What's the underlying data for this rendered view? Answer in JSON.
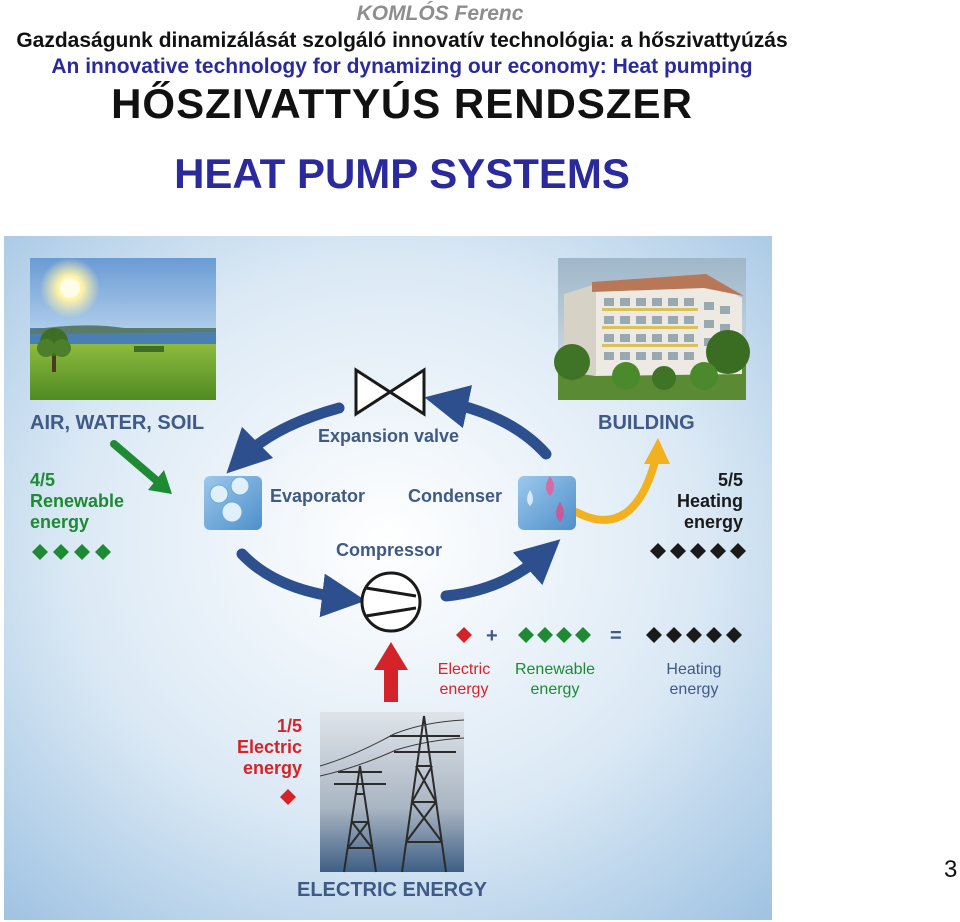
{
  "header": {
    "author": "KOMLÓS Ferenc",
    "title_hu": "Gazdaságunk dinamizálását szolgáló innovatív technológia: a hőszivattyúzás",
    "title_en": "An innovative technology for dynamizing our economy: Heat pumping",
    "heading_hu": "HŐSZIVATTYÚS RENDSZER",
    "heading_en": "HEAT PUMP SYSTEMS"
  },
  "diagram": {
    "source_label": "AIR, WATER, SOIL",
    "building_label": "BUILDING",
    "expansion_valve_label": "Expansion valve",
    "evaporator_label": "Evaporator",
    "condenser_label": "Condenser",
    "compressor_label": "Compressor",
    "renewable": {
      "fraction": "4/5",
      "line1": "Renewable",
      "line2": "energy",
      "diamonds": 4
    },
    "heating": {
      "fraction": "5/5",
      "line1": "Heating",
      "line2": "energy",
      "diamonds": 5
    },
    "electric": {
      "fraction": "1/5",
      "line1": "Electric",
      "line2": "energy",
      "diamonds": 1
    },
    "equation": {
      "plus": "+",
      "equals": "=",
      "electric_line1": "Electric",
      "electric_line2": "energy",
      "renewable_line1": "Renewable",
      "renewable_line2": "energy",
      "heating_line1": "Heating",
      "heating_line2": "energy"
    },
    "electric_energy_label": "ELECTRIC ENERGY",
    "colors": {
      "blue_text": "#3f5a86",
      "green": "#1e8a34",
      "red": "#d4242a",
      "black": "#1a1a1a",
      "arrow_blue": "#2d4f8e",
      "arrow_orange": "#f2b21f"
    }
  },
  "page": {
    "number": "3"
  }
}
